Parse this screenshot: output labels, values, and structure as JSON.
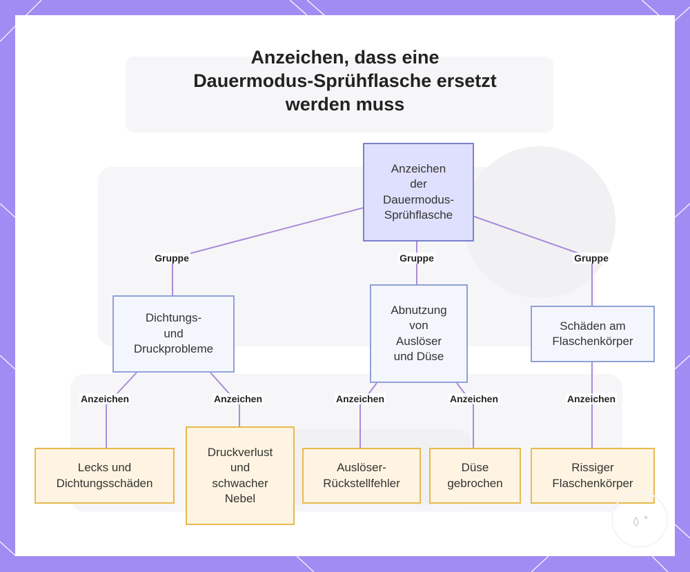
{
  "title_lines": [
    "Anzeichen, dass eine",
    "Dauermodus-Sprühflasche ersetzt",
    "werden muss"
  ],
  "root": {
    "lines": [
      "Anzeichen",
      "der",
      "Dauermodus-",
      "Sprühflasche"
    ]
  },
  "groups": [
    {
      "lines": [
        "Dichtungs-",
        "und",
        "Druckprobleme"
      ]
    },
    {
      "lines": [
        "Abnutzung",
        "von",
        "Auslöser",
        "und Düse"
      ]
    },
    {
      "lines": [
        "Schäden am",
        "Flaschenkörper"
      ]
    }
  ],
  "leaves": [
    {
      "lines": [
        "Lecks und",
        "Dichtungsschäden"
      ]
    },
    {
      "lines": [
        "Druckverlust",
        "und",
        "schwacher",
        "Nebel"
      ]
    },
    {
      "lines": [
        "Auslöser-",
        "Rückstellfehler"
      ]
    },
    {
      "lines": [
        "Düse",
        "gebrochen"
      ]
    },
    {
      "lines": [
        "Rissiger",
        "Flaschenkörper"
      ]
    }
  ],
  "edge_labels": {
    "group_1": "Gruppe",
    "group_2": "Gruppe",
    "group_3": "Gruppe",
    "sign_1": "Anzeichen",
    "sign_2": "Anzeichen",
    "sign_3": "Anzeichen",
    "sign_4": "Anzeichen",
    "sign_5": "Anzeichen"
  },
  "colors": {
    "background": "#a08cf2",
    "edge": "#a88bd9",
    "root_fill": "#dfe0fd",
    "root_border": "#7b80cc",
    "group_fill": "#f4f6fd",
    "group_border": "#8fa0d6",
    "leaf_fill": "#fef4e1",
    "leaf_border": "#e8b94c"
  }
}
